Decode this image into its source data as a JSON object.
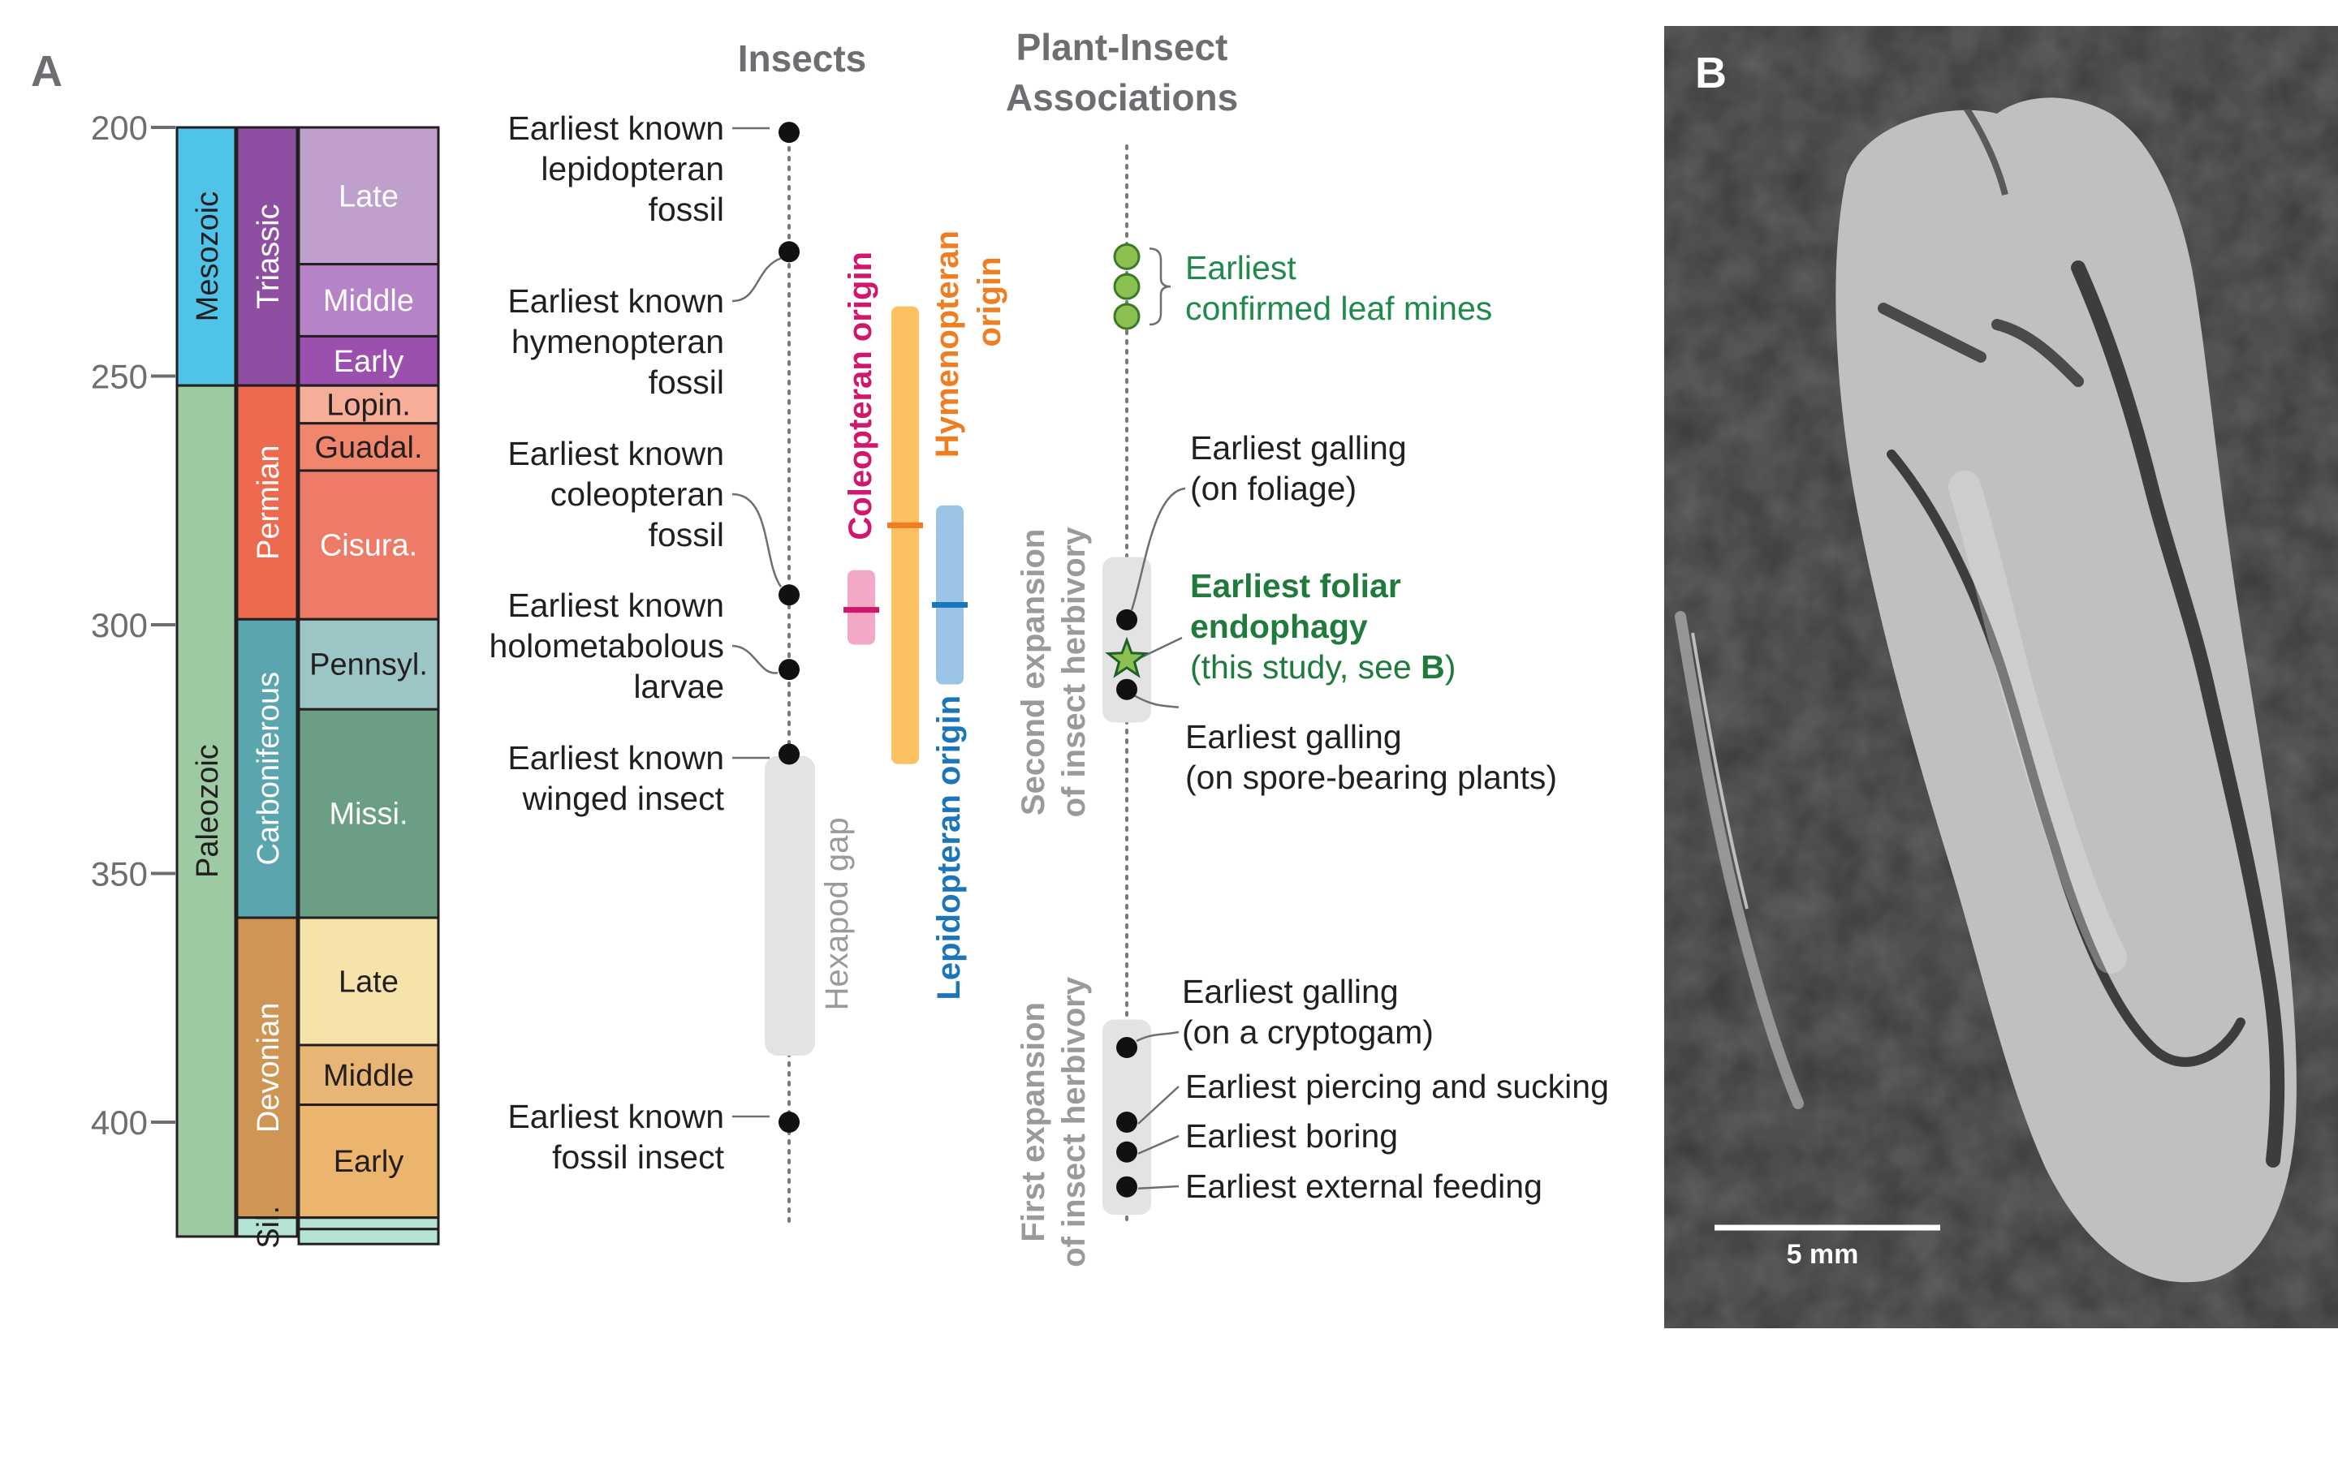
{
  "panel_a_label": "A",
  "panel_b_label": "B",
  "axis": {
    "ticks": [
      {
        "value": 200,
        "label": "200"
      },
      {
        "value": 250,
        "label": "250"
      },
      {
        "value": 300,
        "label": "300"
      },
      {
        "value": 350,
        "label": "350"
      },
      {
        "value": 400,
        "label": "400"
      }
    ]
  },
  "eras": [
    {
      "id": "mesozoic",
      "label": "Mesozoic",
      "from": 200,
      "to": 251.9,
      "color": "#4fc3e8"
    },
    {
      "id": "paleozoic",
      "label": "Paleozoic",
      "from": 251.9,
      "to": 423,
      "color": "#9dcaa2"
    }
  ],
  "periods": [
    {
      "id": "triassic",
      "label": "Triassic",
      "from": 200,
      "to": 251.9,
      "color": "#8e4fa3"
    },
    {
      "id": "permian",
      "label": "Permian",
      "from": 251.9,
      "to": 298.9,
      "color": "#ee6a4f"
    },
    {
      "id": "carboniferous",
      "label": "Carboniferous",
      "from": 298.9,
      "to": 358.9,
      "color": "#5ba5ae"
    },
    {
      "id": "devonian",
      "label": "Devonian",
      "from": 358.9,
      "to": 419.2,
      "color": "#cf9554"
    },
    {
      "id": "silurian",
      "label": "Sil.",
      "from": 419.2,
      "to": 423,
      "color": "#b5e3d4"
    }
  ],
  "epochs": [
    {
      "id": "late-triassic",
      "label": "Late",
      "from": 200,
      "to": 227.5,
      "color": "#bf9fcb"
    },
    {
      "id": "middle-triassic",
      "label": "Middle",
      "from": 227.5,
      "to": 242,
      "color": "#b583c6"
    },
    {
      "id": "early-triassic",
      "label": "Early",
      "from": 242,
      "to": 251.9,
      "color": "#9b4fae"
    },
    {
      "id": "lopingian",
      "label": "Lopin.",
      "from": 251.9,
      "to": 259.5,
      "color": "#f7ae98"
    },
    {
      "id": "guadalupian",
      "label": "Guadal.",
      "from": 259.5,
      "to": 269,
      "color": "#f0876d"
    },
    {
      "id": "cisuralian",
      "label": "Cisura.",
      "from": 269,
      "to": 298.9,
      "color": "#ee7a68"
    },
    {
      "id": "pennsylvanian",
      "label": "Pennsyl.",
      "from": 298.9,
      "to": 317,
      "color": "#9cc6c6"
    },
    {
      "id": "mississippian",
      "label": "Missi.",
      "from": 317,
      "to": 358.9,
      "color": "#6a9f83"
    },
    {
      "id": "late-devonian",
      "label": "Late",
      "from": 358.9,
      "to": 384.5,
      "color": "#f6e3aa"
    },
    {
      "id": "middle-devonian",
      "label": "Middle",
      "from": 384.5,
      "to": 396.5,
      "color": "#e8b674"
    },
    {
      "id": "early-devonian",
      "label": "Early",
      "from": 396.5,
      "to": 419.2,
      "color": "#ebb56d"
    },
    {
      "id": "silurian-1",
      "label": "",
      "from": 419.2,
      "to": 421.5,
      "color": "#b5e3d4"
    },
    {
      "id": "silurian-2",
      "label": "",
      "from": 421.5,
      "to": 424.5,
      "color": "#b5e3d4"
    }
  ],
  "insects": {
    "title": "Insects",
    "gap": {
      "label": "Hexapod gap",
      "from": 328,
      "to": 385
    },
    "events": [
      {
        "id": "lepidopteran-fossil",
        "age": 201,
        "lines": [
          "Earliest known",
          "lepidopteran",
          "fossil"
        ]
      },
      {
        "id": "hymenopteran-fossil",
        "age": 225,
        "lines": [
          "Earliest known",
          "hymenopteran",
          "fossil"
        ]
      },
      {
        "id": "coleopteran-fossil",
        "age": 294,
        "lines": [
          "Earliest known",
          "coleopteran",
          "fossil"
        ]
      },
      {
        "id": "holometabolous-larvae",
        "age": 309,
        "lines": [
          "Earliest known",
          "holometabolous",
          "larvae"
        ]
      },
      {
        "id": "winged-insect",
        "age": 326,
        "lines": [
          "Earliest known",
          "winged insect"
        ]
      },
      {
        "id": "fossil-insect",
        "age": 400,
        "lines": [
          "Earliest known",
          "fossil insect"
        ]
      }
    ],
    "origins": [
      {
        "id": "coleopteran-origin",
        "label": "Coleopteran origin",
        "from": 289,
        "to": 304,
        "mid": 297,
        "color": "#f4a8c8",
        "mark_color": "#d0176d",
        "label_color": "#d0176d"
      },
      {
        "id": "hymenopteran-origin",
        "label_lines": [
          "Hymenopteran",
          "origin"
        ],
        "from": 236,
        "to": 328,
        "mid": 280,
        "color": "#fcbf62",
        "mark_color": "#ef7d22",
        "label_color": "#ef7d22"
      },
      {
        "id": "lepidopteran-origin",
        "label": "Lepidopteran origin",
        "from": 276,
        "to": 312,
        "mid": 296,
        "color": "#9cc4e6",
        "mark_color": "#1b75bb",
        "label_color": "#1b75bb"
      }
    ]
  },
  "associations": {
    "title_lines": [
      "Plant-Insect",
      "Associations"
    ],
    "leaf_mines": {
      "ages": [
        226,
        232,
        238
      ],
      "label_lines": [
        "Earliest",
        "confirmed leaf mines"
      ],
      "color": "#1f8a4c",
      "dot_color": "#8cc152"
    },
    "second_expansion": {
      "label_lines": [
        "Second expansion",
        "of insect herbivory"
      ],
      "from": 288,
      "to": 318
    },
    "first_expansion": {
      "label_lines": [
        "First expansion",
        "of insect herbivory"
      ],
      "from": 381,
      "to": 417
    },
    "events": [
      {
        "id": "galling-foliage",
        "age": 299,
        "lines": [
          "Earliest galling",
          "(on foliage)"
        ]
      },
      {
        "id": "foliar-endophagy",
        "age": 307,
        "bold_lines": [
          "Earliest foliar",
          "endophagy"
        ],
        "study_text": "(this study, see ",
        "study_ref": "B",
        "study_close": ")",
        "color": "#1f7a3c"
      },
      {
        "id": "galling-spore",
        "age": 313,
        "lines": [
          "Earliest galling",
          "(on spore-bearing plants)"
        ]
      },
      {
        "id": "galling-cryptogam",
        "age": 385,
        "lines": [
          "Earliest galling",
          "(on a cryptogam)"
        ]
      },
      {
        "id": "piercing-sucking",
        "age": 400,
        "lines": [
          "Earliest piercing and sucking"
        ]
      },
      {
        "id": "boring",
        "age": 406,
        "lines": [
          "Earliest boring"
        ]
      },
      {
        "id": "external-feeding",
        "age": 413,
        "lines": [
          "Earliest external feeding"
        ]
      }
    ]
  },
  "photo": {
    "scale_label": "5 mm"
  },
  "colors": {
    "text": "#231f20",
    "gray_title": "#6d6e71",
    "gray_label": "#9a9a9a",
    "band": "#e3e3e3",
    "dots": "#7a7a7a"
  }
}
